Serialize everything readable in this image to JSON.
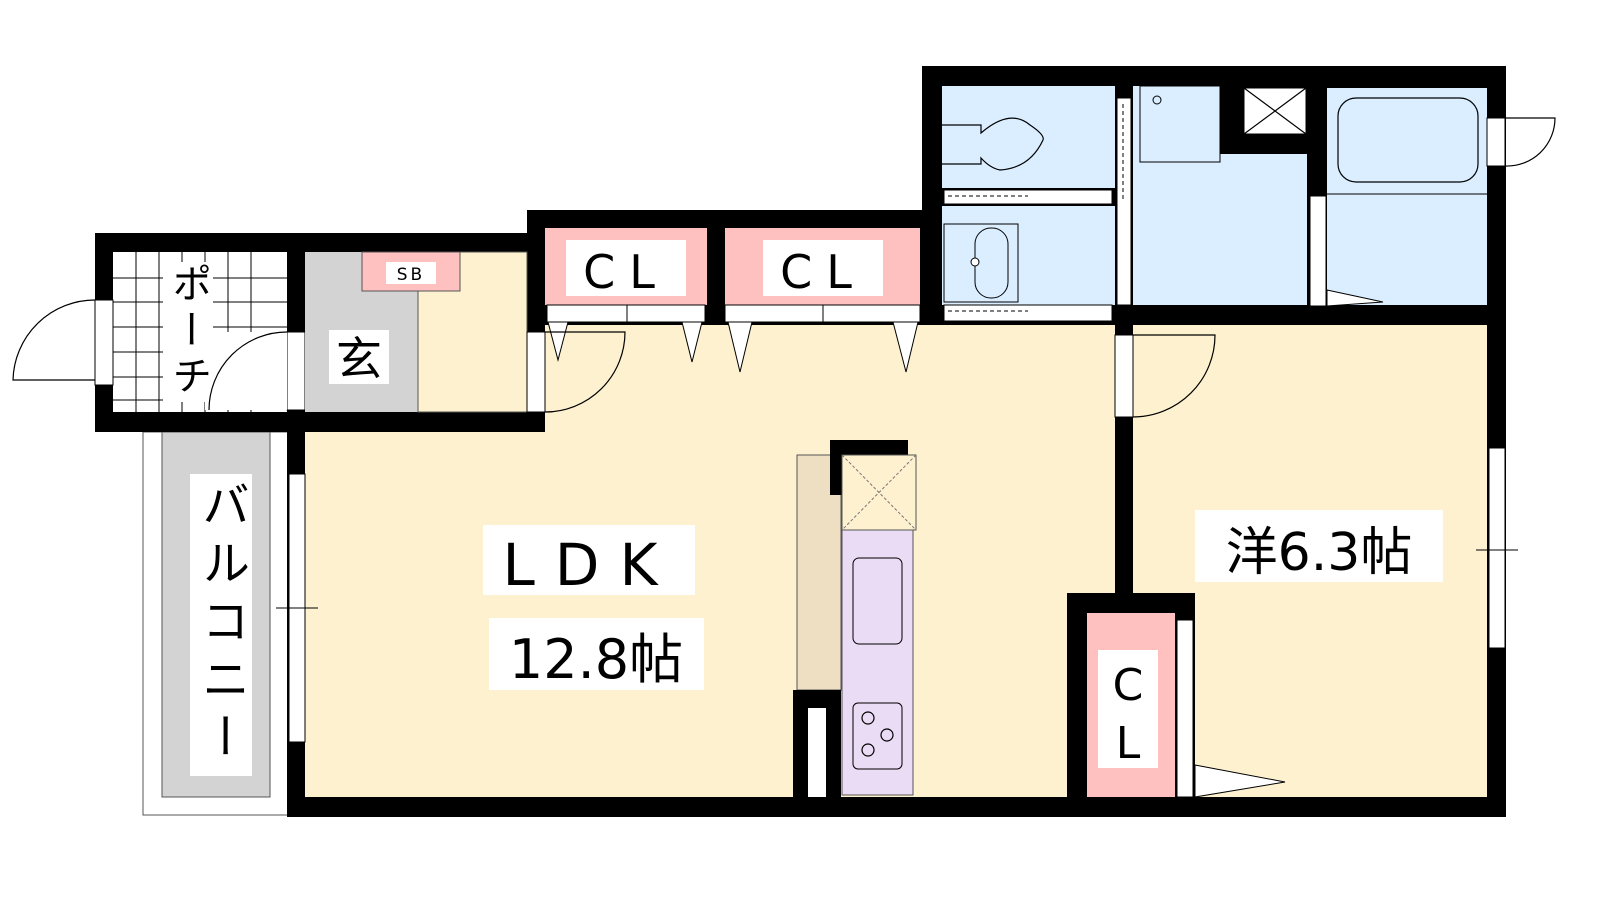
{
  "rooms": {
    "porch": "ポーチ",
    "porch_chars": [
      "ポ",
      "ー",
      "チ"
    ],
    "entrance": "玄",
    "shoe_box": "SB",
    "closet_1": "CL",
    "closet_2": "CL",
    "closet_bedroom": "CL",
    "closet_bedroom_chars": [
      "C",
      "L"
    ],
    "ldk_name": "LDK",
    "ldk_size": "12.8帖",
    "bedroom": "洋6.3帖",
    "balcony": "バルコニー",
    "balcony_chars": [
      "バ",
      "ル",
      "コ",
      "ニ",
      "ー"
    ]
  },
  "colors": {
    "wall": "#000000",
    "living": "#fdf1cf",
    "closet": "#ffc0c0",
    "entrance": "#d3d3d3",
    "wet_area": "#dbeeff",
    "kitchen": "#eadcf5",
    "counter": "#efdfc2"
  }
}
